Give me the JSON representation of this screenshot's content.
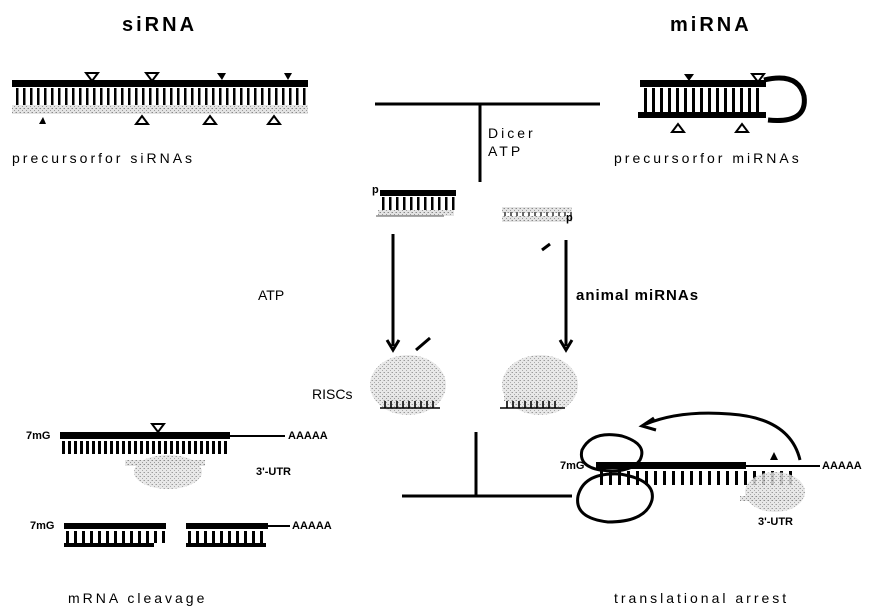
{
  "labels": {
    "sirna_title": "siRNA",
    "mirna_title": "miRNA",
    "sirna_precursor": "precursorfor siRNAs",
    "mirna_precursor": "precursorfor miRNAs",
    "dicer": "Dicer",
    "dicer_atp": "ATP",
    "p_left": "p",
    "p_right": "p",
    "atp": "ATP",
    "animal_mirnas": "animal miRNAs",
    "riscs": "RISCs",
    "m7g_1": "7mG",
    "polyA_1": "AAAAA",
    "utr_1": "3'-UTR",
    "m7g_2": "7mG",
    "polyA_2": "AAAAA",
    "m7g_3": "7mG",
    "polyA_3": "AAAAA",
    "utr_3": "3'-UTR",
    "mrna_cleavage": "mRNA cleavage",
    "translational_arrest": "translational arrest"
  },
  "colors": {
    "ink": "#000000",
    "protein_fill": "#d6d6d6",
    "strand_gray": "#9a9a9a"
  }
}
